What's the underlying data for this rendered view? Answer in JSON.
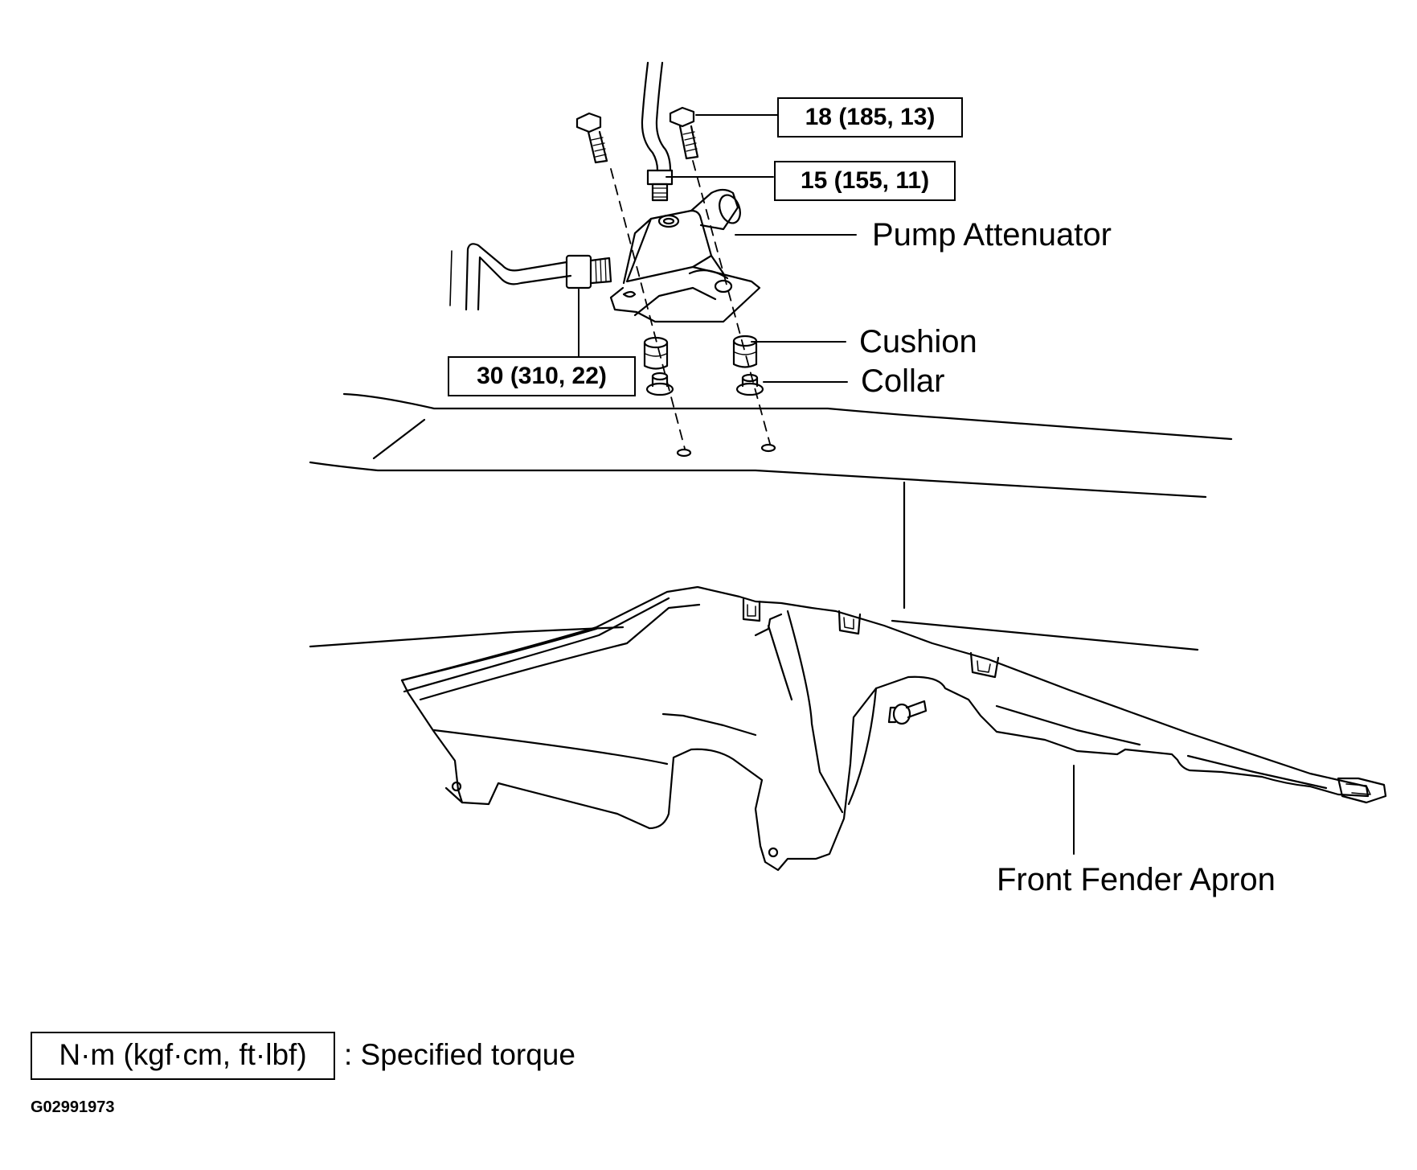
{
  "torque_specs": {
    "top_bolt": "18 (185, 13)",
    "pipe_union_top": "15 (155, 11)",
    "pipe_union_side": "30 (310, 22)"
  },
  "parts": {
    "pump_attenuator": "Pump Attenuator",
    "cushion": "Cushion",
    "collar": "Collar",
    "front_fender_apron": "Front Fender Apron"
  },
  "legend": {
    "unit_box": "N·m (kgf·cm, ft·lbf)",
    "description": ": Specified torque"
  },
  "figure_id": "G02991973"
}
